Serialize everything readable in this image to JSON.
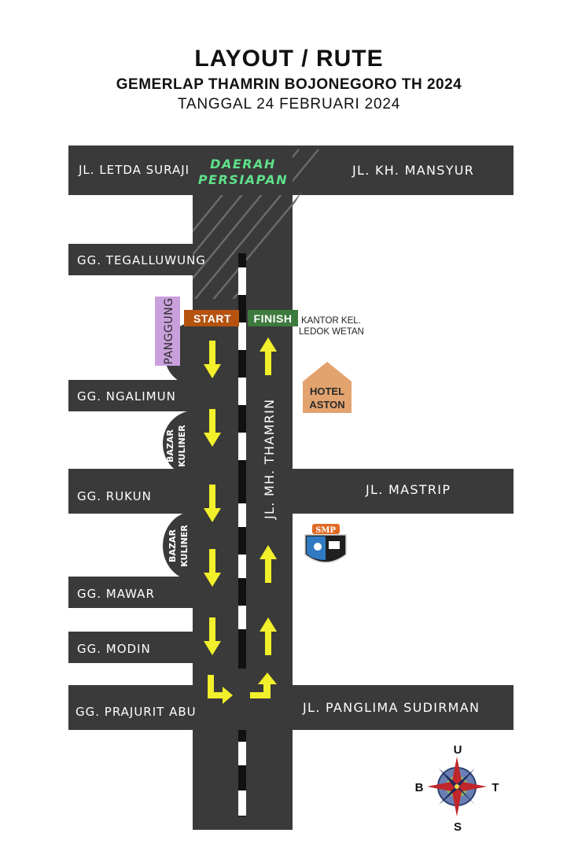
{
  "header": {
    "title": "LAYOUT / RUTE",
    "subtitle": "GEMERLAP THAMRIN BOJONEGORO TH 2024",
    "date": "TANGGAL 24 FEBRUARI 2024"
  },
  "streets": {
    "letda_suraji": "JL. LETDA SURAJI",
    "kh_mansyur": "JL. KH. MANSYUR",
    "tegalluwung": "GG. TEGALLUWUNG",
    "ngalimun": "GG. NGALIMUN",
    "rukun": "GG. RUKUN",
    "mastrip": "JL. MASTRIP",
    "mawar": "GG. MAWAR",
    "modin": "GG. MODIN",
    "prajurit_abu": "GG. PRAJURIT ABU",
    "panglima_sudirman": "JL. PANGLIMA SUDIRMAN",
    "mh_thamrin": "JL. MH. THAMRIN"
  },
  "zones": {
    "prep_line1": "DAERAH",
    "prep_line2": "PERSIAPAN",
    "stage": "PANGGUNG",
    "bazar1_line1": "BAZAR",
    "bazar1_line2": "KULINER",
    "bazar2_line1": "BAZAR",
    "bazar2_line2": "KULINER"
  },
  "markers": {
    "start": "START",
    "finish": "FINISH"
  },
  "landmarks": {
    "kantor_line1": "KANTOR KEL.",
    "kantor_line2": "LEDOK WETAN",
    "hotel_line1": "HOTEL",
    "hotel_line2": "ASTON",
    "school": "SMP"
  },
  "compass": {
    "north": "U",
    "south": "S",
    "east": "T",
    "west": "B"
  },
  "colors": {
    "road": "#3a3a3a",
    "prep_text": "#5fe08a",
    "stage": "#c9a0dc",
    "start": "#b5530e",
    "finish": "#3d7a3d",
    "hotel": "#e3a36f",
    "arrow": "#f2f02a"
  }
}
